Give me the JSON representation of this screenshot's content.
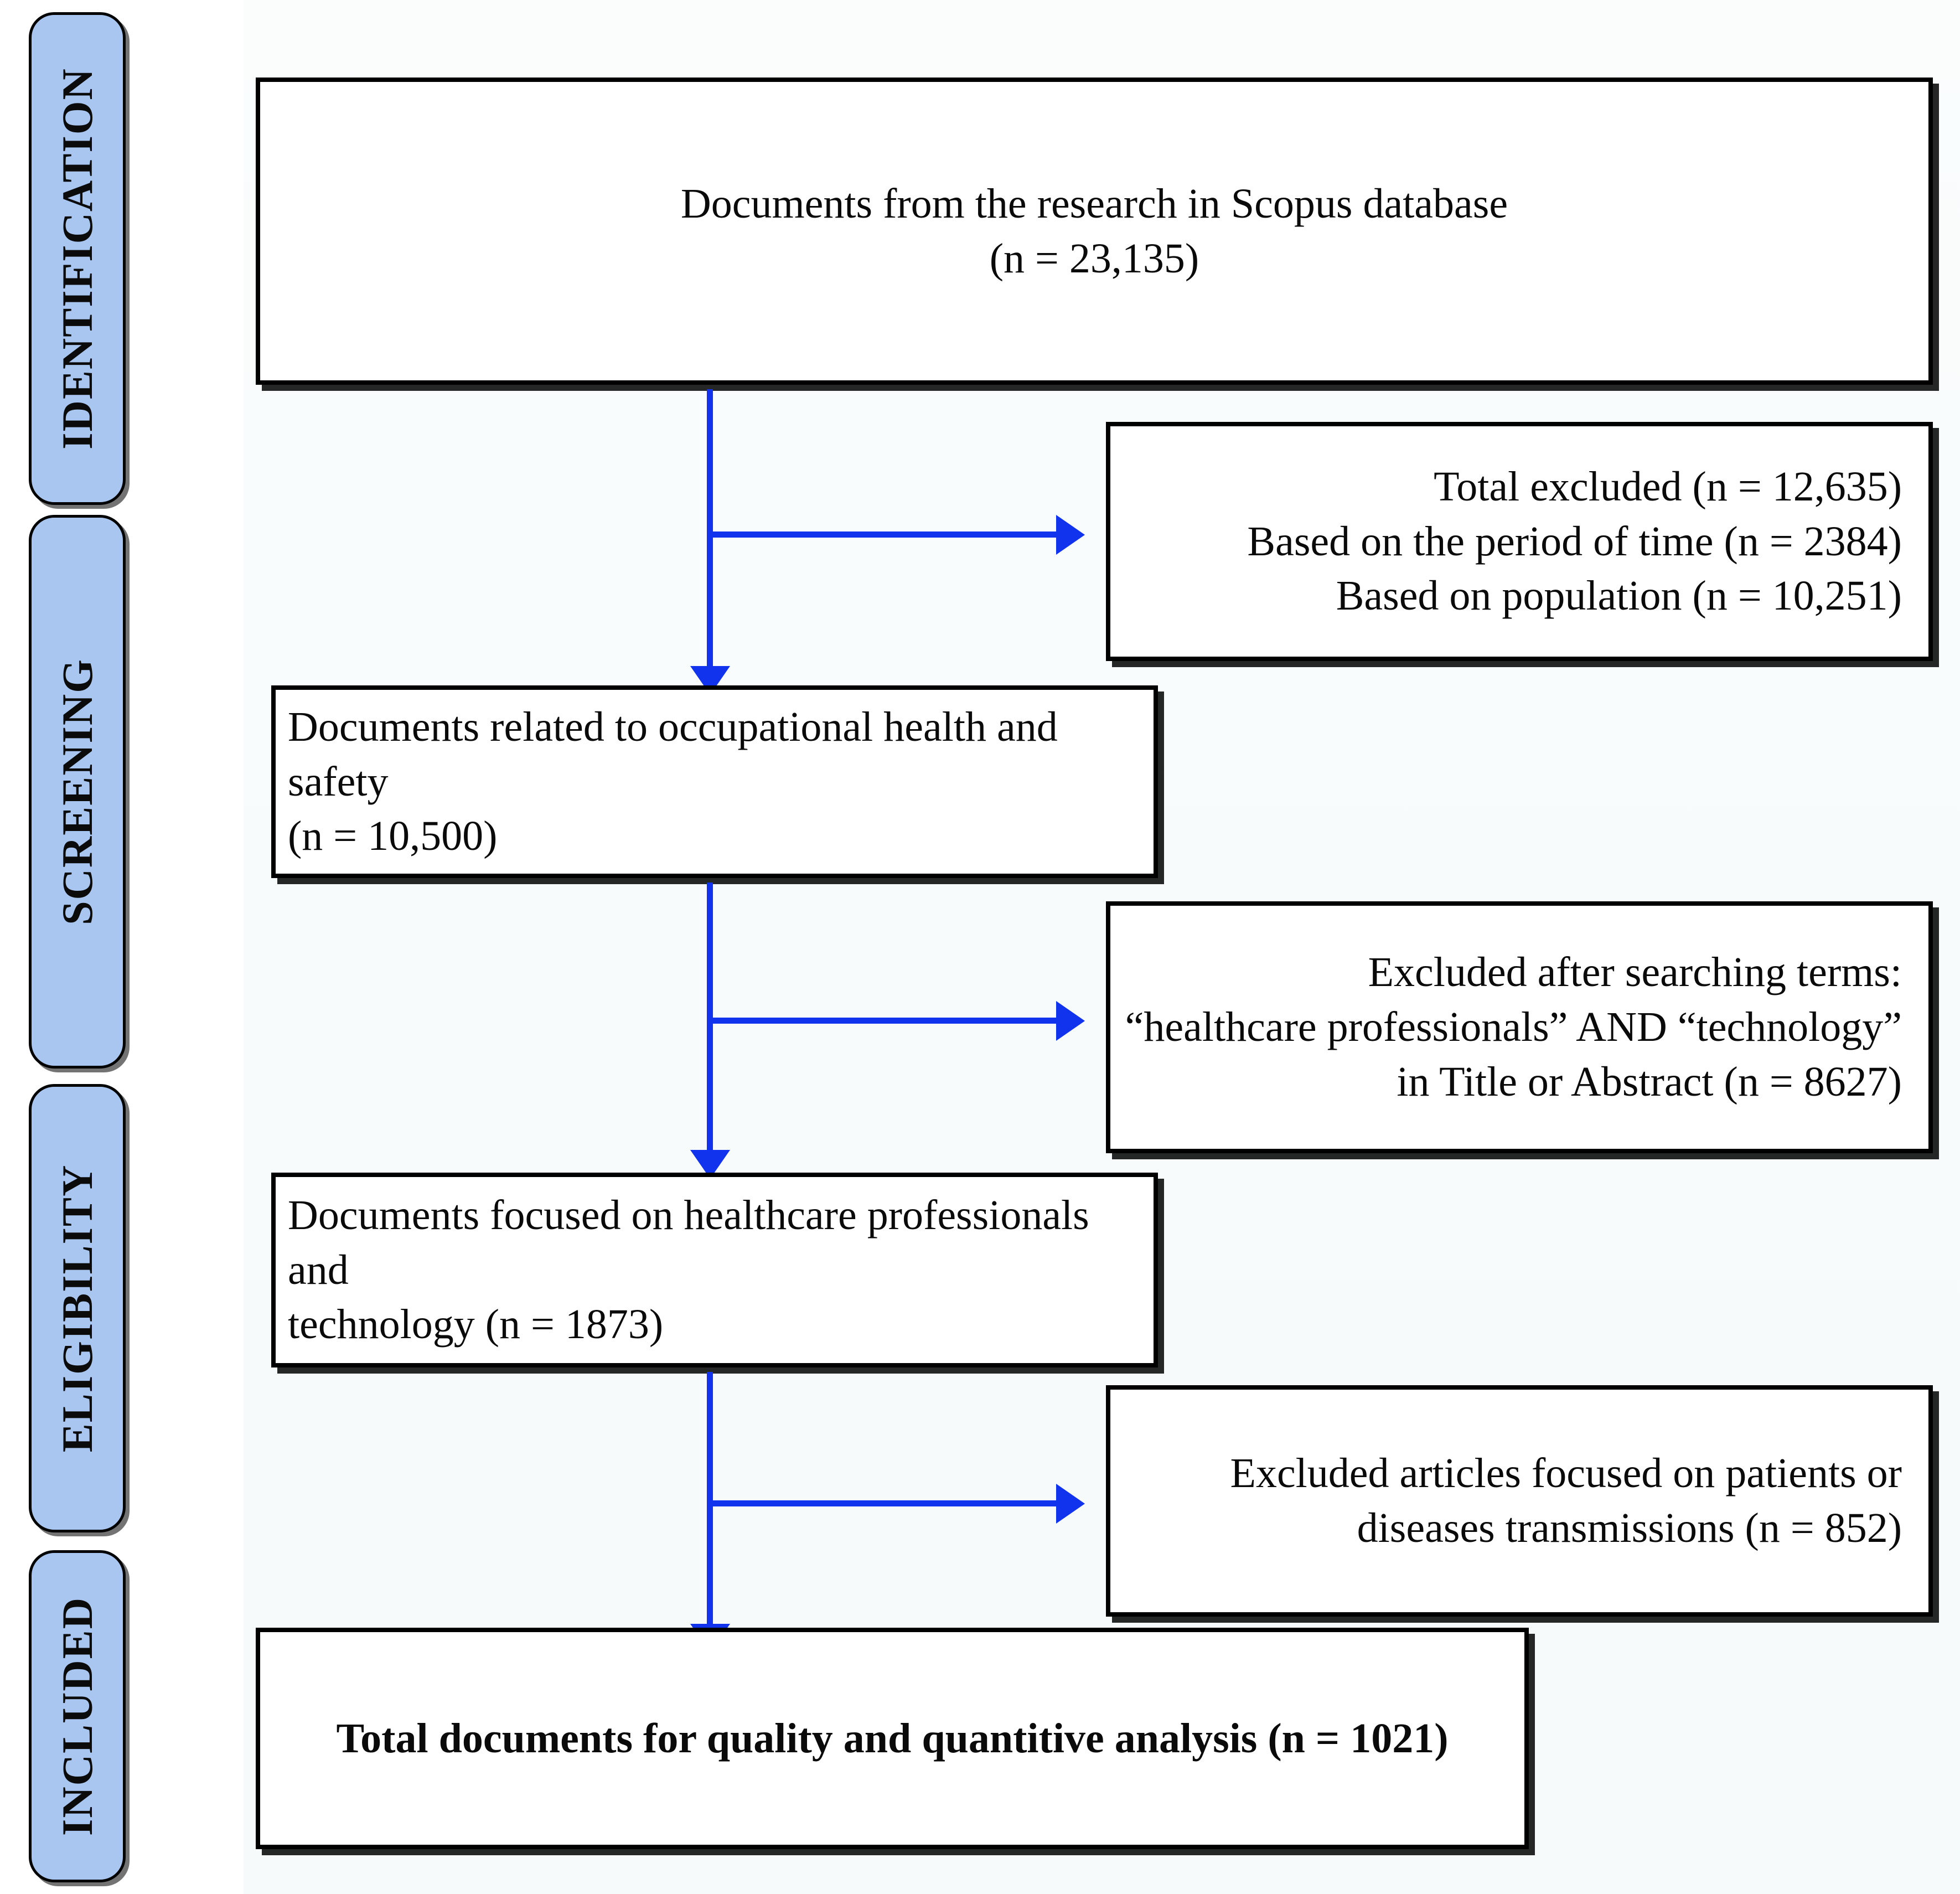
{
  "diagram": {
    "type": "prisma-flow-diagram",
    "accent_arrow_color": "#1133EE",
    "stage_pill_color": "#A8C6F0",
    "box_border_color": "#000000",
    "background_color": "#F7FBFB"
  },
  "stages": [
    {
      "id": "identification",
      "label": "IDENTIFICATION"
    },
    {
      "id": "screening",
      "label": "SCREENING"
    },
    {
      "id": "eligibility",
      "label": "ELIGIBILITY"
    },
    {
      "id": "included",
      "label": "INCLUDED"
    }
  ],
  "boxes": {
    "identification_records": {
      "text": "Documents from the research in Scopus database\n(n = 23,135)",
      "count": 23135,
      "align": "center"
    },
    "excluded_identification": {
      "text": "Total excluded (n = 12,635)\nBased on the period of time (n = 2384)\nBased on population (n = 10,251)",
      "total_excluded": 12635,
      "excluded_period_of_time": 2384,
      "excluded_population": 10251,
      "align": "right"
    },
    "screening_records": {
      "text": "Documents related to occupational health and safety\n(n = 10,500)",
      "count": 10500,
      "align": "left"
    },
    "excluded_screening": {
      "text": "Excluded after searching terms:\n“healthcare professionals” AND “technology”\nin Title or Abstract (n = 8627)",
      "count": 8627,
      "align": "right"
    },
    "eligibility_records": {
      "text": "Documents focused on healthcare professionals and\ntechnology (n = 1873)",
      "count": 1873,
      "align": "left"
    },
    "excluded_eligibility": {
      "text": "Excluded articles focused on patients  or\ndiseases transmissions (n = 852)",
      "count": 852,
      "align": "right"
    },
    "included_records": {
      "text": "Total documents  for quality and quantitive analysis (n = 1021)",
      "count": 1021,
      "align": "center",
      "bold": true
    }
  },
  "arrows": [
    {
      "id": "id-to-screening",
      "direction": "down"
    },
    {
      "id": "id-to-excluded",
      "direction": "right"
    },
    {
      "id": "screening-to-eligibility",
      "direction": "down"
    },
    {
      "id": "screening-to-excluded",
      "direction": "right"
    },
    {
      "id": "eligibility-to-included",
      "direction": "down"
    },
    {
      "id": "eligibility-to-excluded",
      "direction": "right"
    }
  ]
}
